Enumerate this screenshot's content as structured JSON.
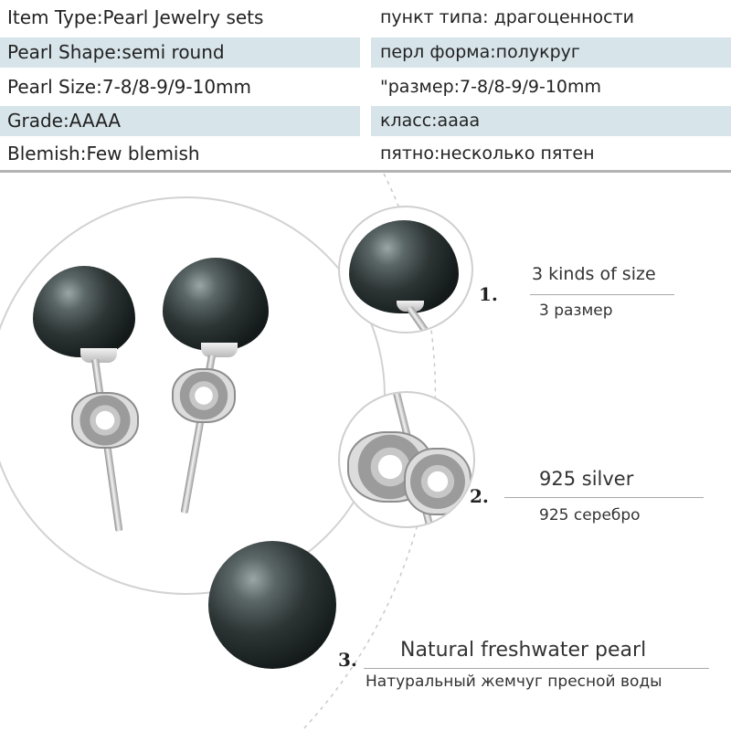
{
  "specs": [
    {
      "en": "Item Type:Pearl Jewelry sets",
      "ru": "пункт типа: драгоценности"
    },
    {
      "en": "Pearl Shape:semi round",
      "ru": "перл форма:полукруг"
    },
    {
      "en": "Pearl Size:7-8/8-9/9-10mm",
      "ru": "\"размер:7-8/8-9/9-10mm"
    },
    {
      "en": "Grade:AAAA",
      "ru": "класс:аааа"
    },
    {
      "en": "Blemish:Few blemish",
      "ru": "пятно:несколько пятен"
    }
  ],
  "features": [
    {
      "number": "1.",
      "en": "3 kinds of size",
      "ru": "3 размер"
    },
    {
      "number": "2.",
      "en": "925 silver",
      "ru": "925 серебро"
    },
    {
      "number": "3.",
      "en": "Natural freshwater pearl",
      "ru": "Натуральный жемчуг пресной воды"
    }
  ],
  "colors": {
    "row_shade": "#d7e4ea",
    "pearl": "#1b2222",
    "silver": "#c8c8c8"
  }
}
